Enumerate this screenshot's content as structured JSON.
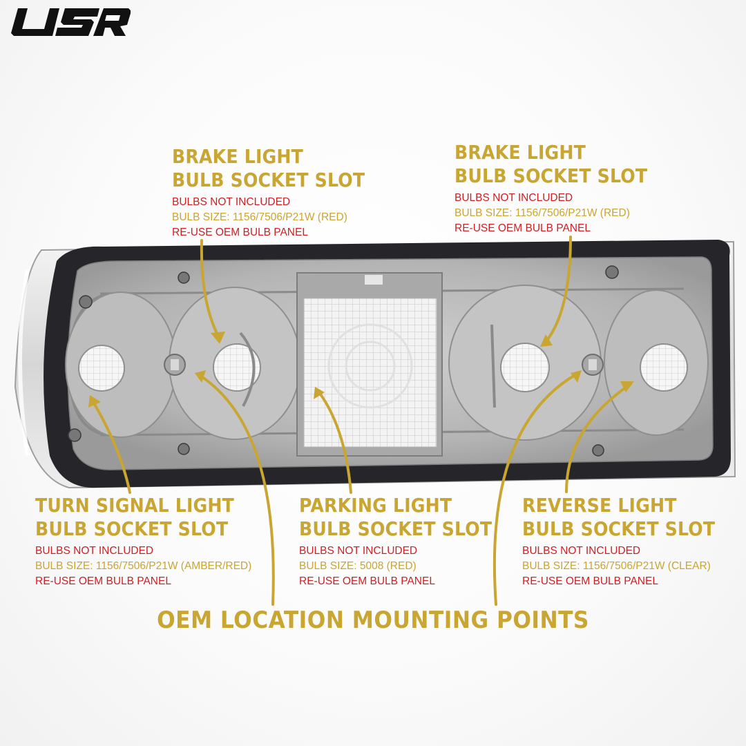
{
  "brand": {
    "logo_text": "USR"
  },
  "callouts": {
    "brake_left": {
      "title_line1": "BRAKE LIGHT",
      "title_line2": "BULB SOCKET SLOT",
      "note1": "BULBS NOT INCLUDED",
      "bulb_size": "BULB SIZE: 1156/7506/P21W (RED)",
      "note2": "RE-USE OEM BULB PANEL"
    },
    "brake_right": {
      "title_line1": "BRAKE LIGHT",
      "title_line2": "BULB SOCKET SLOT",
      "note1": "BULBS NOT INCLUDED",
      "bulb_size": "BULB SIZE: 1156/7506/P21W (RED)",
      "note2": "RE-USE OEM BULB PANEL"
    },
    "turn_signal": {
      "title_line1": "TURN SIGNAL LIGHT",
      "title_line2": "BULB SOCKET SLOT",
      "note1": "BULBS NOT INCLUDED",
      "bulb_size": "BULB SIZE: 1156/7506/P21W (AMBER/RED)",
      "note2": "RE-USE OEM BULB PANEL"
    },
    "parking": {
      "title_line1": "PARKING LIGHT",
      "title_line2": "BULB SOCKET SLOT",
      "note1": "BULBS NOT INCLUDED",
      "bulb_size": "BULB SIZE: 5008 (RED)",
      "note2": "RE-USE OEM BULB PANEL"
    },
    "reverse": {
      "title_line1": "REVERSE LIGHT",
      "title_line2": "BULB SOCKET SLOT",
      "note1": "BULBS NOT INCLUDED",
      "bulb_size": "BULB SIZE: 1156/7506/P21W (CLEAR)",
      "note2": "RE-USE OEM BULB PANEL"
    }
  },
  "footer": {
    "mounting_points_label": "OEM LOCATION MOUNTING POINTS"
  },
  "colors": {
    "gold": "#c9a531",
    "red": "#cf1f23",
    "gasket": "#2a2a2c",
    "housing": "#b9b9b9"
  }
}
